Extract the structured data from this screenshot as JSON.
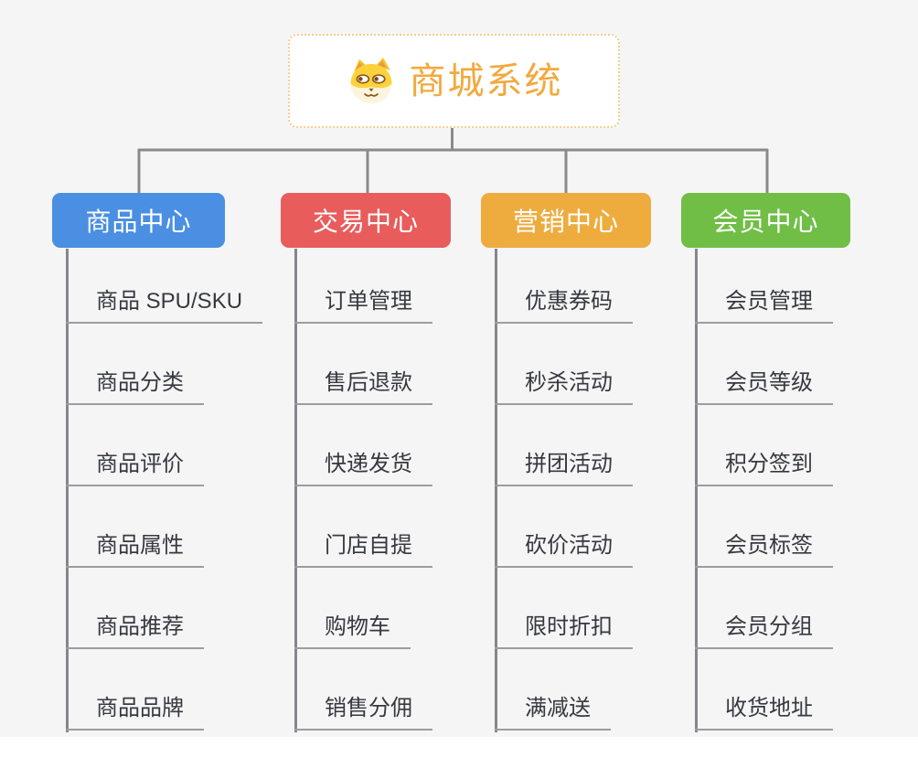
{
  "root": {
    "title": "商城系统",
    "icon": "dog-face-icon",
    "title_color": "#f2a93e",
    "border_color": "#f5cd8e"
  },
  "connector_color": "#8a8a8a",
  "child_line_color": "#9b9da0",
  "branches": [
    {
      "label": "商品中心",
      "color": "#4a8fe2",
      "children": [
        "商品 SPU/SKU",
        "商品分类",
        "商品评价",
        "商品属性",
        "商品推荐",
        "商品品牌"
      ]
    },
    {
      "label": "交易中心",
      "color": "#e85c5c",
      "children": [
        "订单管理",
        "售后退款",
        "快递发货",
        "门店自提",
        "购物车",
        "销售分佣"
      ]
    },
    {
      "label": "营销中心",
      "color": "#eeac3f",
      "children": [
        "优惠券码",
        "秒杀活动",
        "拼团活动",
        "砍价活动",
        "限时折扣",
        "满减送"
      ]
    },
    {
      "label": "会员中心",
      "color": "#70be46",
      "children": [
        "会员管理",
        "会员等级",
        "积分签到",
        "会员标签",
        "会员分组",
        "收货地址"
      ]
    }
  ]
}
